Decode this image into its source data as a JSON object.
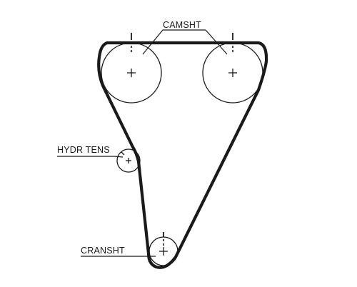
{
  "labels": {
    "camshaft": "CAMSHT",
    "tensioner": "HYDR TENS",
    "crankshaft": "CRANSHT"
  }
}
